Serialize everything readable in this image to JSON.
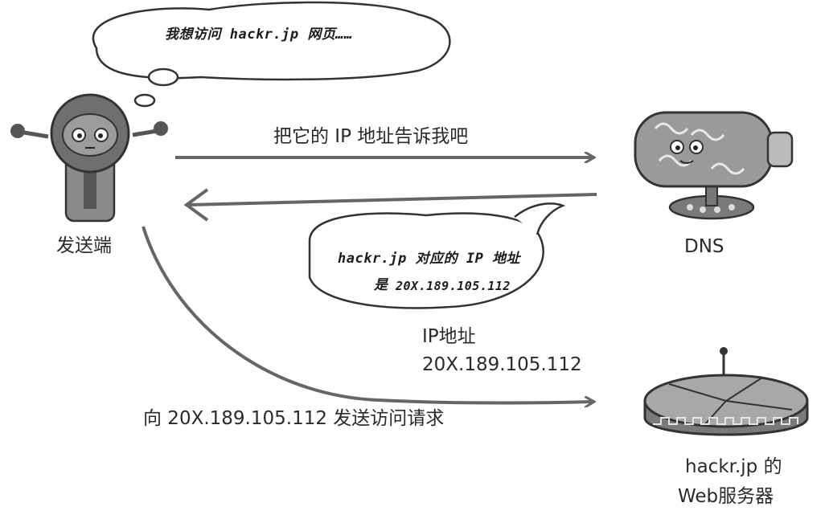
{
  "thought_bubble": {
    "text": "我想访问 hackr.jp 网页……"
  },
  "sender": {
    "label": "发送端",
    "icon": "robot-icon"
  },
  "dns": {
    "label": "DNS",
    "icon": "dns-server-icon"
  },
  "web_server": {
    "label_line1": "hackr.jp 的",
    "label_line2": "Web服务器",
    "icon": "web-server-icon"
  },
  "request_arrow": {
    "label": "把它的 IP 地址告诉我吧"
  },
  "reply_bubble": {
    "line1": "hackr.jp 对应的 IP 地址",
    "line2_prefix": "是",
    "line2_ip": "20X.189.105.112"
  },
  "ip_address_label": {
    "line1": "IP地址",
    "line2": "20X.189.105.112"
  },
  "access_arrow": {
    "label": "向 20X.189.105.112 发送访问请求"
  },
  "colors": {
    "ink": "#2a2a2a",
    "robot_body": "#7d7d7d",
    "dns_body": "#9a9a9a",
    "server_body": "#8a8a8a"
  }
}
